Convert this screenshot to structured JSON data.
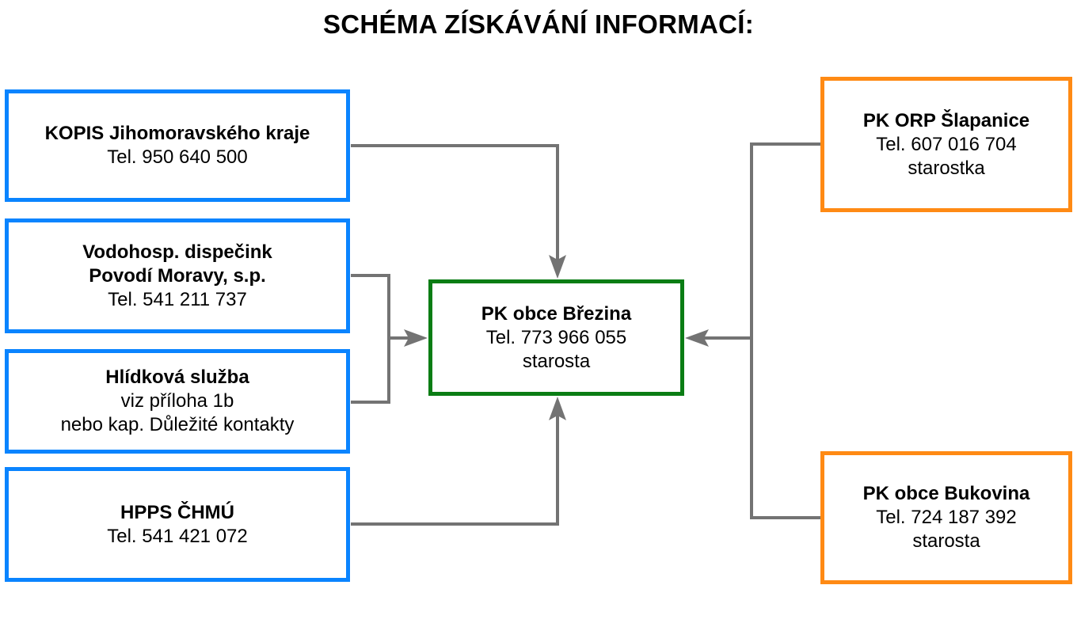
{
  "title": "SCHÉMA ZÍSKÁVÁNÍ INFORMACÍ:",
  "colors": {
    "source_border": "#0a84ff",
    "center_border": "#0a7d14",
    "peer_border": "#ff8a14",
    "connector": "#737373"
  },
  "nodes": {
    "kopis": {
      "name": "KOPIS Jihomoravského kraje",
      "line2": "Tel. 950 640 500"
    },
    "vodohosp": {
      "name_line1": "Vodohosp. dispečink",
      "name_line2": "Povodí Moravy, s.p.",
      "line3": "Tel. 541 211 737"
    },
    "hlidkova": {
      "name": "Hlídková služba",
      "line2": "viz příloha 1b",
      "line3": "nebo kap. Důležité kontakty"
    },
    "hpps": {
      "name": "HPPS ČHMÚ",
      "line2": "Tel. 541 421 072"
    },
    "center": {
      "name": "PK obce Březina",
      "line2": "Tel. 773 966 055",
      "line3": "starosta"
    },
    "orp": {
      "name": "PK ORP Šlapanice",
      "line2": "Tel. 607 016 704",
      "line3": "starostka"
    },
    "bukovina": {
      "name": "PK obce Bukovina",
      "line2": "Tel. 724 187 392",
      "line3": "starosta"
    }
  }
}
